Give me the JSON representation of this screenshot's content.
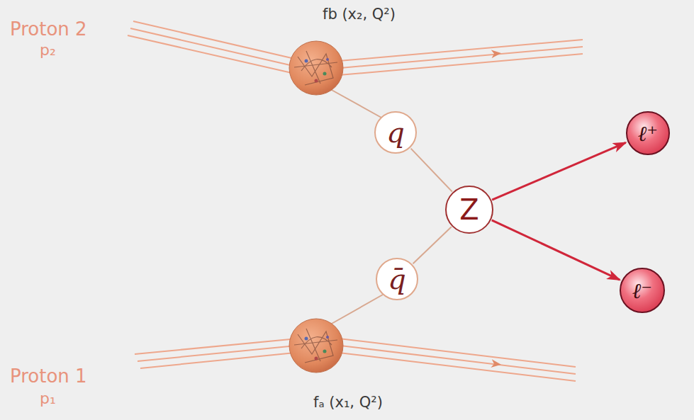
{
  "diagram": {
    "nodes": [
      {
        "text": [
          "q"
        ]
      },
      {
        "text": [
          "Z"
        ]
      },
      {
        "text": [
          "q̄"
        ]
      },
      {
        "text": [
          "ℓ⁺"
        ]
      },
      {
        "text": [
          "ℓ⁻"
        ]
      }
    ],
    "edges": [
      {
        "from": 0,
        "to": 1,
        "arrow": "none"
      },
      {
        "from": 2,
        "to": 1,
        "arrow": "none"
      },
      {
        "from": 1,
        "to": 3,
        "arrow": "to"
      },
      {
        "from": 1,
        "to": 4,
        "arrow": "to"
      }
    ],
    "labels": [
      "Proton 2",
      "p₂",
      "fb (x₂, Q²)",
      "Proton 1",
      "p₁",
      "fₐ (x₁, Q²)"
    ]
  }
}
